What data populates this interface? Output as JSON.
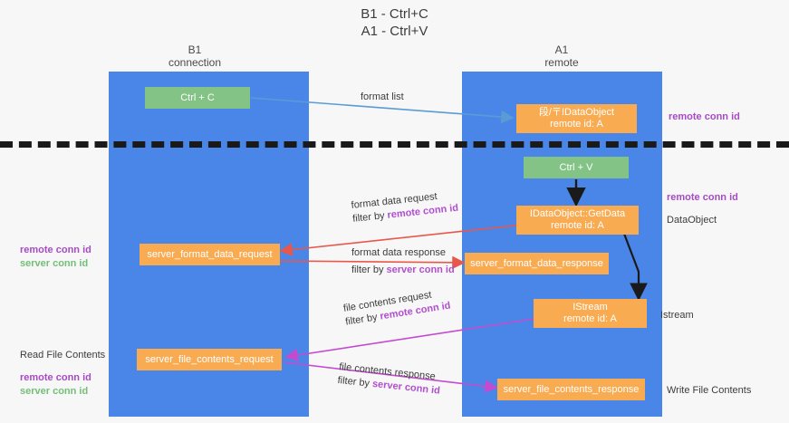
{
  "title": {
    "line1": "B1 - Ctrl+C",
    "line2": "A1 - Ctrl+V"
  },
  "columns": [
    {
      "name": "b1",
      "title": "B1",
      "subtitle": "connection"
    },
    {
      "name": "a1",
      "title": "A1",
      "subtitle": "remote"
    }
  ],
  "colors": {
    "band": "#4a86e8",
    "green_node": "#83c486",
    "orange_node": "#f9ab52",
    "purple_text": "#a64bc4",
    "green_text": "#73bf77",
    "arrow_blue": "#5b9bd5",
    "arrow_black": "#1a1a1a",
    "arrow_red": "#e8584a",
    "arrow_magenta": "#c44bd0",
    "divider": "#1a1a1a",
    "background": "#f7f7f7"
  },
  "nodes": {
    "ctrl_c": {
      "label": "Ctrl + C"
    },
    "ctrl_v": {
      "label": "Ctrl + V"
    },
    "idataobject": {
      "line1": "段/〒IDataObject",
      "line2": "remote id: A"
    },
    "getdata": {
      "line1": "IDataObject::GetData",
      "line2": "remote id: A"
    },
    "istream": {
      "line1": "IStream",
      "line2": "remote id: A"
    },
    "fmt_req": {
      "label": "server_format_data_request"
    },
    "fmt_resp": {
      "label": "server_format_data_response"
    },
    "file_req": {
      "label": "server_file_contents_request"
    },
    "file_resp": {
      "label": "server_file_contents_response"
    }
  },
  "edges": {
    "format_list": {
      "line1": "format list"
    },
    "format_data_request": {
      "line1": "format data request",
      "line2_prefix": "filter by ",
      "line2_key": "remote conn id"
    },
    "format_data_response": {
      "line1": "format data response",
      "line2_prefix": "filter by ",
      "line2_key": "server conn id"
    },
    "file_contents_request": {
      "line1": "file contents request",
      "line2_prefix": "filter by ",
      "line2_key": "remote conn id"
    },
    "file_contents_response": {
      "line1": "file contents response",
      "line2_prefix": "filter by ",
      "line2_key": "server conn id"
    }
  },
  "annotations": {
    "right_top": {
      "purple": "remote conn id"
    },
    "right_getdata": {
      "purple": "remote conn id",
      "plain": "DataObject"
    },
    "right_istream": {
      "plain": "Istream"
    },
    "right_write": {
      "plain": "Write File Contents"
    },
    "left_format": {
      "purple": "remote conn id",
      "green": "server conn id"
    },
    "left_file": {
      "plain": "Read File Contents",
      "purple": "remote conn id",
      "green": "server conn id"
    }
  }
}
